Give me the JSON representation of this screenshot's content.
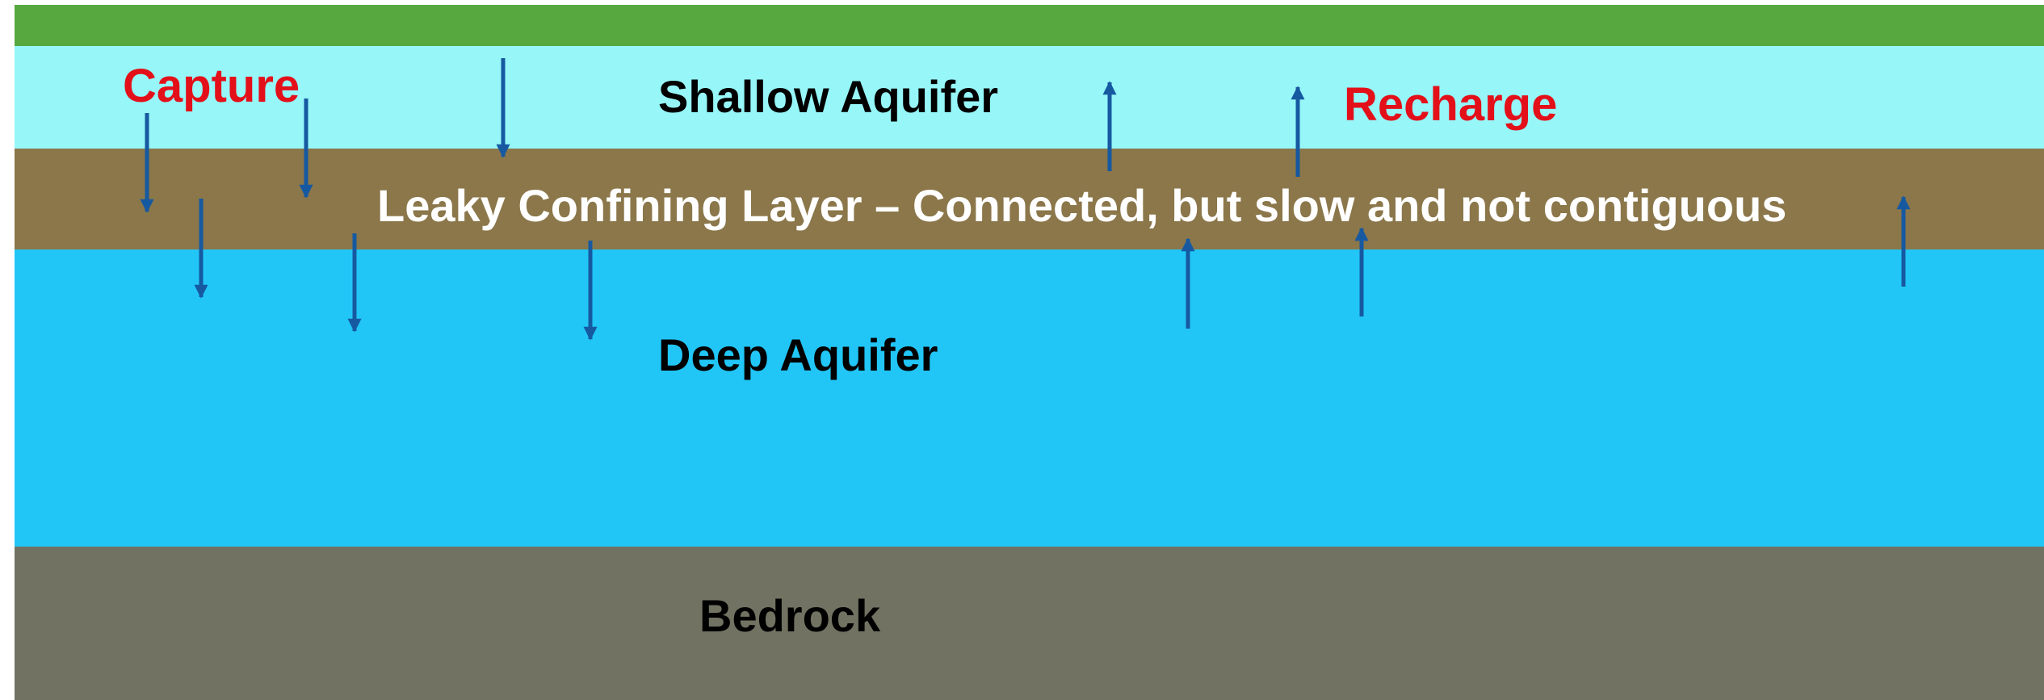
{
  "layers": {
    "grass": {
      "color": "#57a83f"
    },
    "shallow": {
      "label": "Shallow Aquifer",
      "color": "#96f6f8"
    },
    "confining": {
      "label": "Leaky Confining Layer – Connected, but slow and not contiguous",
      "color": "#8b774a"
    },
    "deep": {
      "label": "Deep Aquifer",
      "color": "#21c6f7"
    },
    "bedrock": {
      "label": "Bedrock",
      "color": "#717261"
    }
  },
  "annotations": {
    "capture": {
      "label": "Capture",
      "color": "#e3101a"
    },
    "recharge": {
      "label": "Recharge",
      "color": "#e3101a"
    }
  },
  "arrows": {
    "color": "#1659a1",
    "icon": "arrow-icon",
    "capture_direction": "down",
    "recharge_direction": "up"
  }
}
